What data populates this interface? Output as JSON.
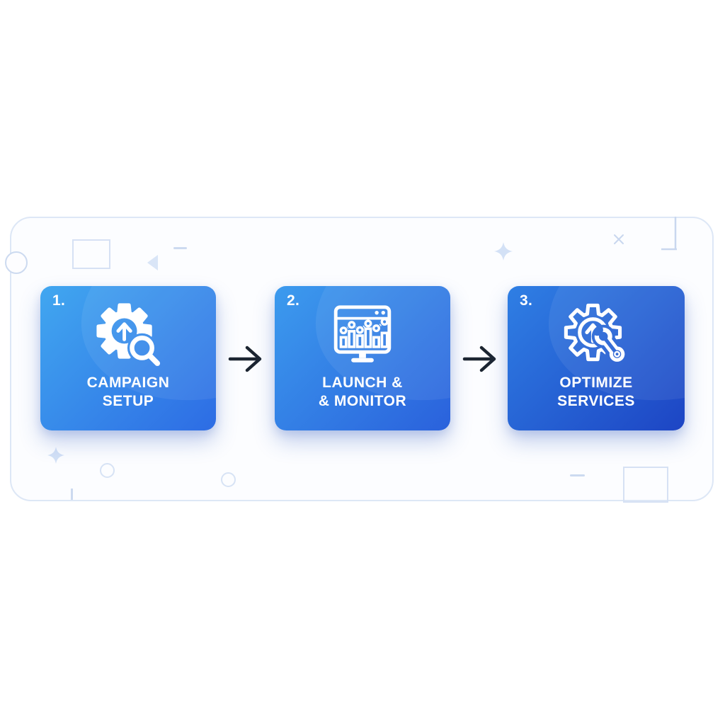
{
  "panel": {
    "background": "#fcfdff",
    "border_color": "#dde7f6",
    "decor_color": "#ccdaf0",
    "decorations": [
      "outline-square",
      "border-circle",
      "left-triangle",
      "dash",
      "sparkle-star",
      "x-mark",
      "ruler-line",
      "outline-circle",
      "outline-circle",
      "bottom-tick",
      "dash",
      "bottom-square"
    ]
  },
  "colors": {
    "arrow": "#1c2531",
    "card_text": "#ffffff",
    "step1_gradient_start": "#41a7f0",
    "step1_gradient_end": "#2d6ce4",
    "step2_gradient_start": "#3c9bee",
    "step2_gradient_end": "#2a61dc",
    "step3_gradient_start": "#2f7fe4",
    "step3_gradient_end": "#1d45c4"
  },
  "steps": [
    {
      "number": "1.",
      "title_line1": "CAMPAIGN",
      "title_line2": "SETUP",
      "icon": "gear-search-icon"
    },
    {
      "number": "2.",
      "title_line1": "LAUNCH &",
      "title_line2": "& MONITOR",
      "icon": "monitor-analytics-icon"
    },
    {
      "number": "3.",
      "title_line1": "OPTIMIZE",
      "title_line2": "SERVICES",
      "icon": "gear-wrench-icon"
    }
  ],
  "arrows": {
    "count": 2,
    "direction": "right"
  }
}
